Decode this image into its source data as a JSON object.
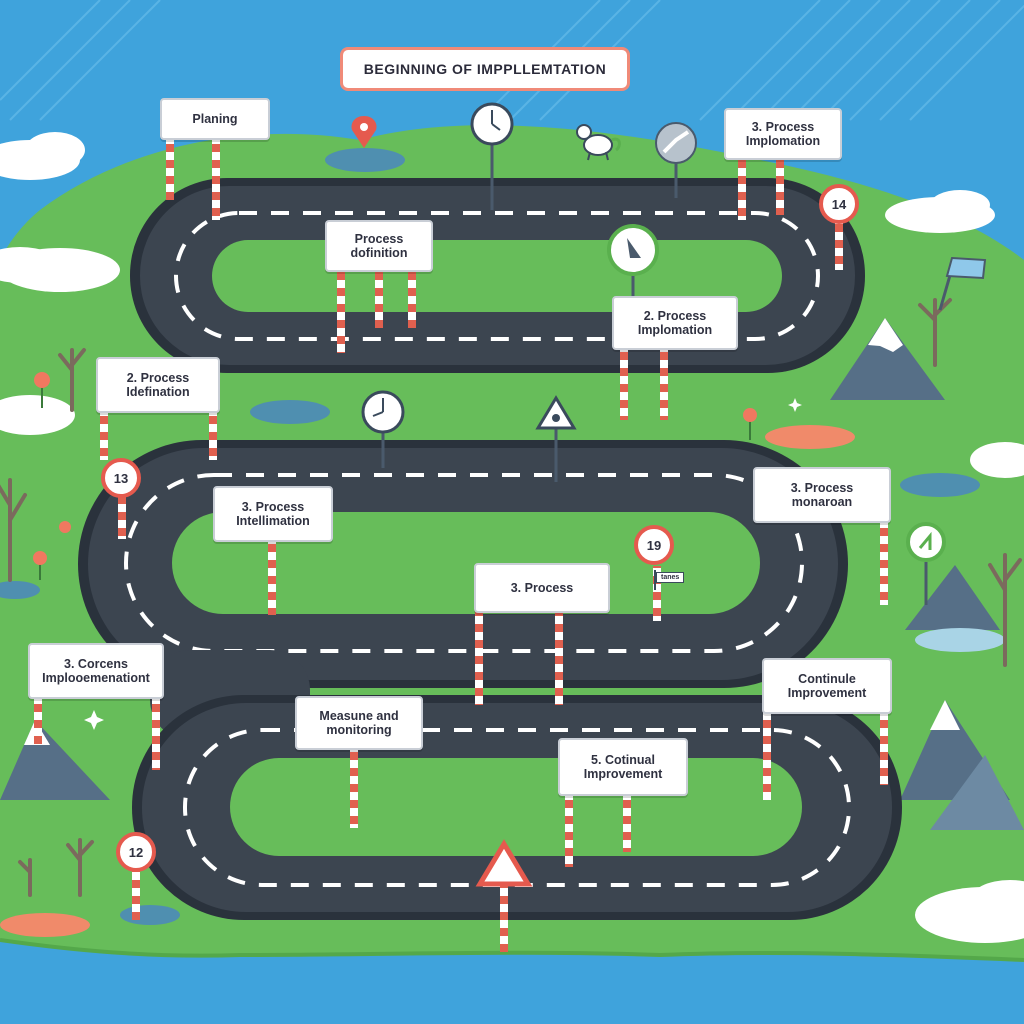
{
  "title": "BEGINNING OF IMPPLLEMTATION",
  "signs": [
    {
      "id": "planning",
      "text": "Planing"
    },
    {
      "id": "process-definition",
      "text": "Process\ndofinition"
    },
    {
      "id": "process-implomation-top",
      "text": "3. Process\nImplomation"
    },
    {
      "id": "process-implomation-mid",
      "text": "2. Process\nImplomation"
    },
    {
      "id": "process-idefination",
      "text": "2. Process\nIdefination"
    },
    {
      "id": "process-intellimation",
      "text": "3. Process\nIntellimation"
    },
    {
      "id": "process-monaroan",
      "text": "3. Process\nmonaroan"
    },
    {
      "id": "process-short",
      "text": "3. Process"
    },
    {
      "id": "corcens-implemenation",
      "text": "3. Corcens\nImplooemenationt"
    },
    {
      "id": "continule-improvement",
      "text": "Continule\nImprovement"
    },
    {
      "id": "measure-monitoring",
      "text": "Measune and\nmonitoring"
    },
    {
      "id": "cotinual-improvement",
      "text": "5. Cotinual\nImprovement"
    }
  ],
  "round_signs": [
    {
      "id": "rs-14",
      "text": "14"
    },
    {
      "id": "rs-13",
      "text": "13"
    },
    {
      "id": "rs-19",
      "text": "19"
    },
    {
      "id": "rs-12",
      "text": "12"
    }
  ],
  "flag_label": "tanes",
  "colors": {
    "sky": "#3fa3dc",
    "grass": "#67bd5a",
    "road": "#3c4550",
    "road_edge": "#2a323c",
    "pole_red": "#e0604f",
    "title_border": "#f08a78",
    "mountain": "#4f6e8c"
  }
}
